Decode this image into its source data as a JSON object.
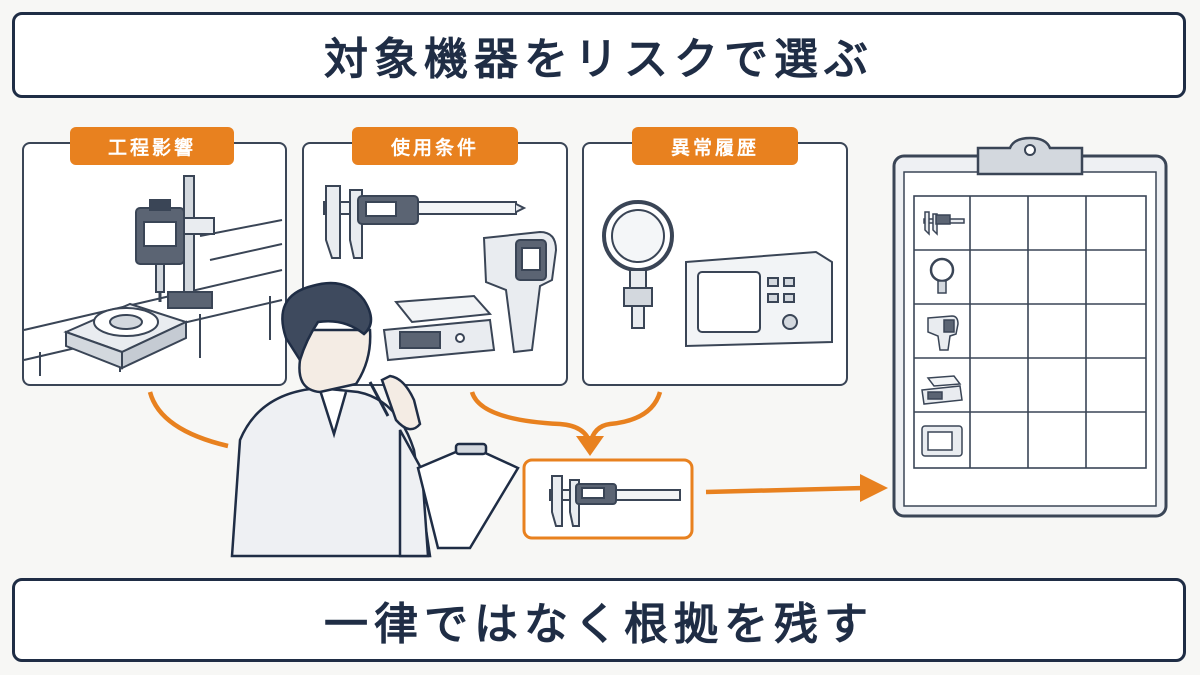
{
  "title": "対象機器をリスクで選ぶ",
  "footer": "一律ではなく根拠を残す",
  "criteria": [
    {
      "label": "工程影響"
    },
    {
      "label": "使用条件"
    },
    {
      "label": "異常履歴"
    }
  ],
  "colors": {
    "navy": "#1f2d45",
    "accent": "#e8811f",
    "line": "#3a4556"
  },
  "icons": {
    "panel1": [
      "dial-indicator-icon",
      "fixture-icon",
      "conveyor-icon"
    ],
    "panel2": [
      "caliper-icon",
      "scale-icon",
      "thermometer-gun-icon"
    ],
    "panel3": [
      "pressure-gauge-icon",
      "oven-icon"
    ],
    "selected": "caliper-icon",
    "clipboard_rows": [
      "caliper-icon",
      "pressure-gauge-icon",
      "thermometer-gun-icon",
      "scale-icon",
      "oven-icon"
    ]
  }
}
